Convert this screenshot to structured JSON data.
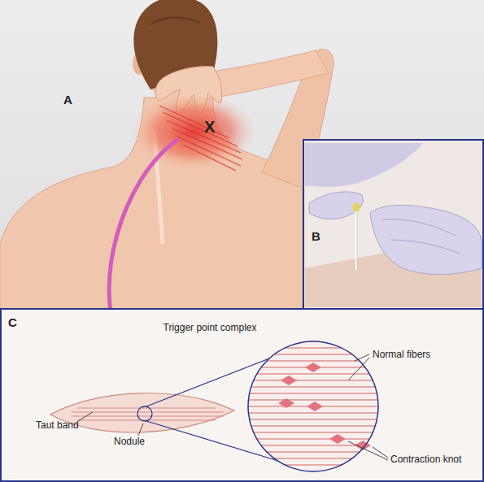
{
  "diagram": {
    "labels": [
      "A",
      "X",
      "B",
      "C",
      "Trigger point complex",
      "Normal fibers",
      "Taut band",
      "Nodule",
      "Contraction knot"
    ]
  }
}
